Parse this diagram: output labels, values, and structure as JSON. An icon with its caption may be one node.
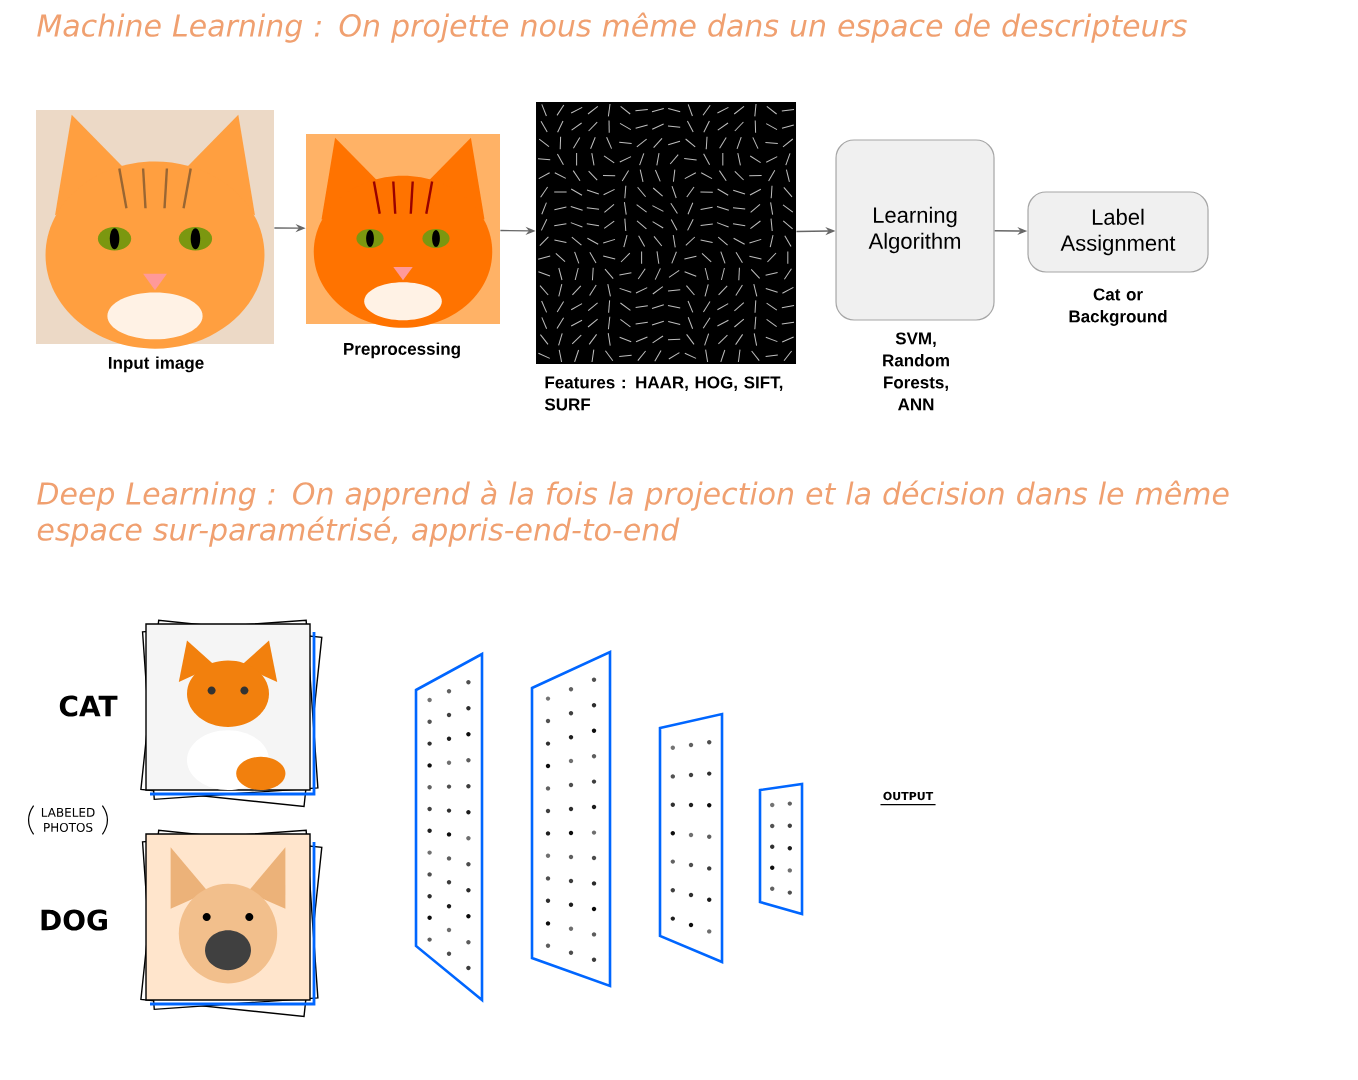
{
  "diagram": {
    "title": "Machine Learning : On projette nous même dans un espace de descripteurs",
    "nodes": [
      {
        "text": [],
        "shape": "picture",
        "beside": [
          "Input image"
        ]
      },
      {
        "text": [],
        "shape": "picture",
        "beside": [
          "Preprocessing"
        ]
      },
      {
        "text": [],
        "shape": "picture",
        "beside": [
          "Features : HAAR, HOG, SIFT, SURF"
        ]
      },
      {
        "text": [
          "Learning Algorithm"
        ],
        "beside": [
          "SVM, Random Forests, ANN"
        ]
      },
      {
        "text": [
          "Label Assignment"
        ],
        "beside": [
          "Cat or Background"
        ]
      }
    ],
    "edges": [
      {
        "from": 0,
        "to": 1,
        "arrow": "to"
      },
      {
        "from": 1,
        "to": 2,
        "arrow": "to"
      },
      {
        "from": 2,
        "to": 3,
        "arrow": "to"
      },
      {
        "from": 3,
        "to": 4,
        "arrow": "to"
      }
    ],
    "labels": [
      "Deep Learning : On apprend à la fois la projection et la décision dans le même espace sur-paramétrisé, appris-end-to-end",
      "CAT",
      "LABELED PHOTOS",
      "DOG",
      "OUTPUT"
    ]
  }
}
